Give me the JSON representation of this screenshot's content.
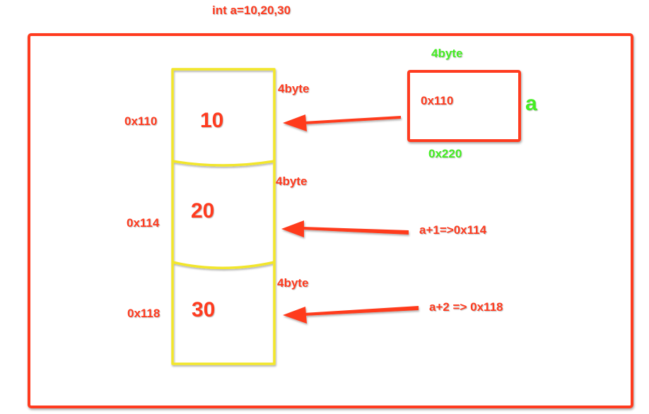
{
  "title": "int a=10,20,30",
  "array": {
    "cells": [
      {
        "value": "10",
        "address": "0x110",
        "size": "4byte"
      },
      {
        "value": "20",
        "address": "0x114",
        "size": "4byte"
      },
      {
        "value": "30",
        "address": "0x118",
        "size": "4byte"
      }
    ]
  },
  "pointer": {
    "name": "a",
    "content": "0x110",
    "size": "4byte",
    "address": "0x220"
  },
  "arrows": [
    {
      "label": ""
    },
    {
      "label": "a+1=>0x114"
    },
    {
      "label": "a+2 => 0x118"
    }
  ],
  "colors": {
    "frame": "#ff3b1f",
    "cells": "#f2e62a",
    "text_red": "#ff3b1f",
    "text_green": "#44ee22"
  }
}
